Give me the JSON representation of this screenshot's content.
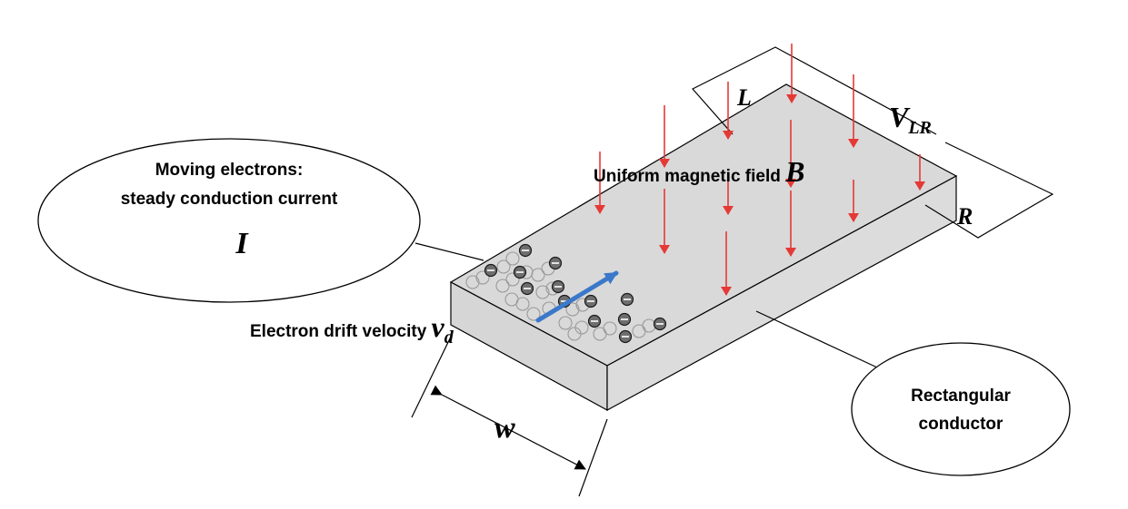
{
  "labels": {
    "moving_electrons_line1": "Moving electrons:",
    "moving_electrons_line2": "steady conduction current",
    "current_symbol": "I",
    "magnetic_field_text": "Uniform magnetic field ",
    "magnetic_field_symbol": "B",
    "drift_velocity_text": "Electron drift velocity ",
    "drift_velocity_symbol": "v",
    "drift_velocity_subscript": "d",
    "voltage_symbol": "V",
    "voltage_subscript": "LR",
    "left_terminal": "L",
    "right_terminal": "R",
    "width_symbol": "w",
    "conductor_line1": "Rectangular",
    "conductor_line2": "conductor"
  },
  "colors": {
    "field_arrows": "#e53935",
    "drift_arrow": "#3a78c9",
    "block_top": "#d9d9d9",
    "block_front": "#d6d6d6",
    "block_side": "#dcdcdc"
  }
}
